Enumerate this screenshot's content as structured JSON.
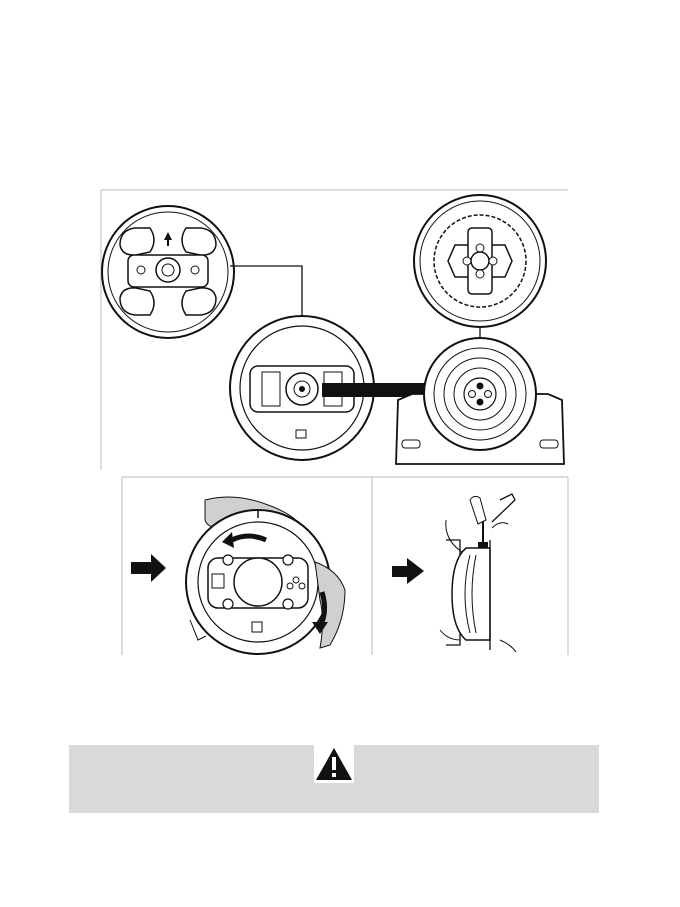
{
  "figure": {
    "top_panel": {
      "wheel_hub_label": "wheel-hub-detail",
      "base_shaft_label": "base-shaft-detail"
    },
    "bottom_panel": {
      "step_left": "rotate-wheel",
      "step_right": "tighten-screw"
    }
  },
  "warning": {
    "icon": "warning-triangle-icon",
    "text": ""
  }
}
